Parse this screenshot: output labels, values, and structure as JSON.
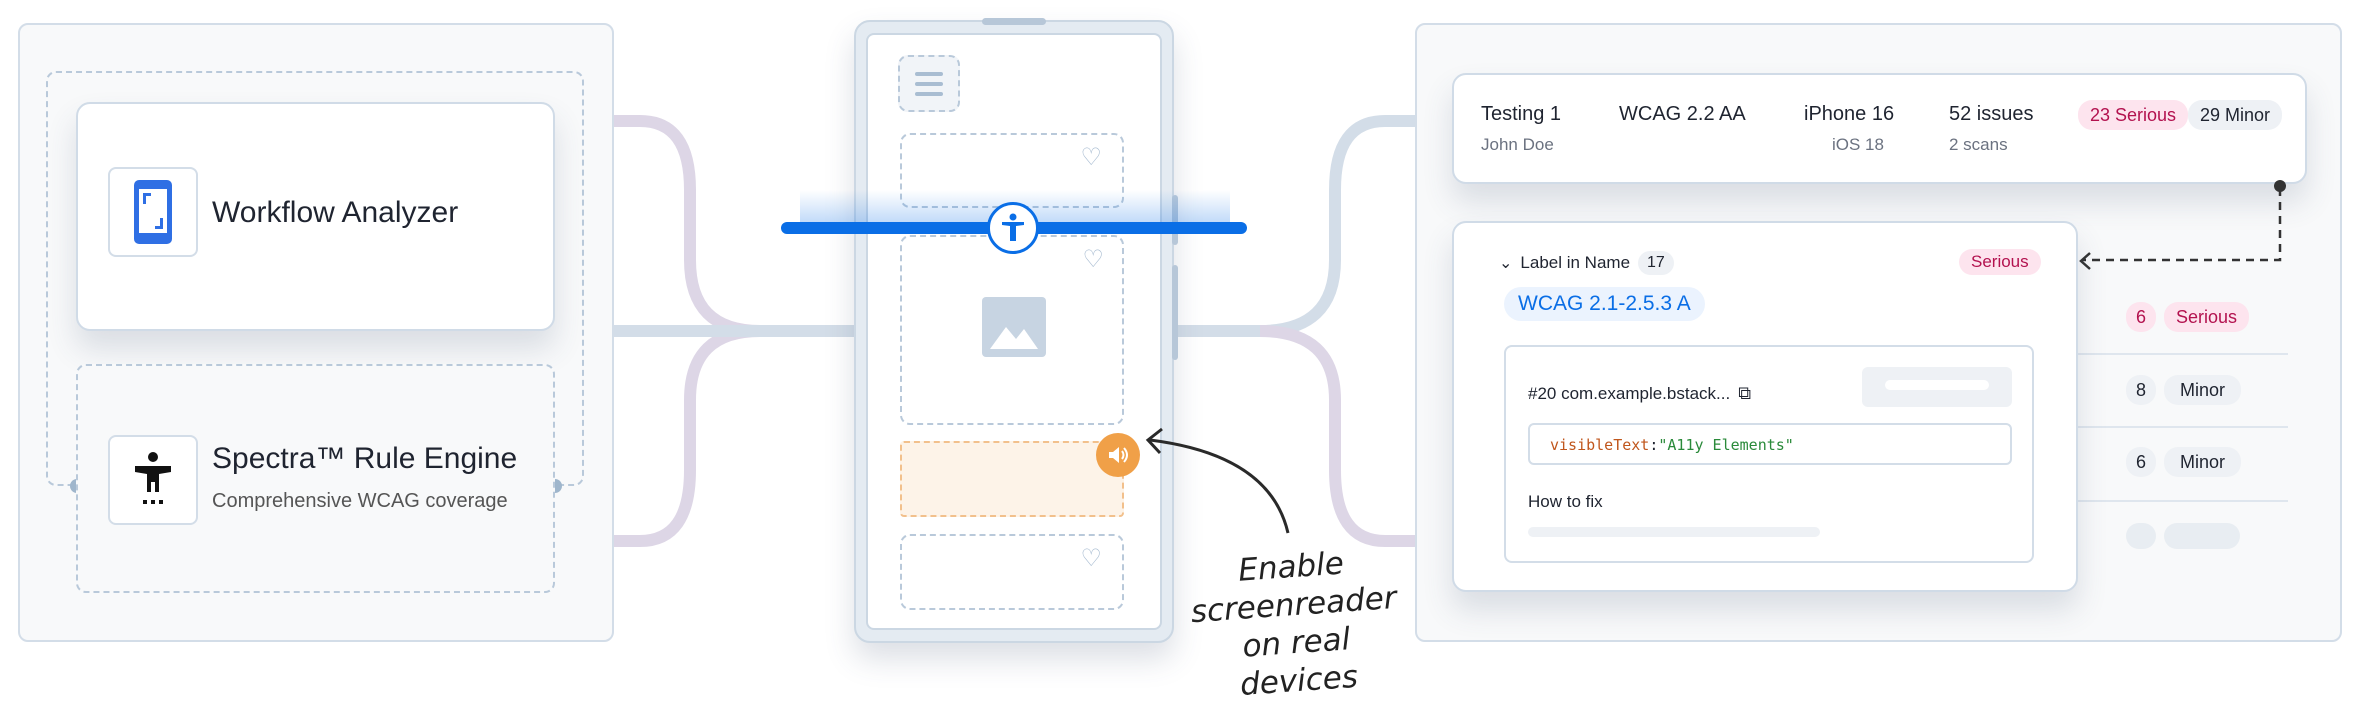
{
  "left": {
    "workflow": {
      "title": "Workflow Analyzer",
      "icon": "phone-scan-icon"
    },
    "spectra": {
      "title": "Spectra™ Rule Engine",
      "subtitle": "Comprehensive WCAG coverage",
      "icon": "accessibility-person-icon"
    }
  },
  "phone": {
    "icons": [
      "menu-icon",
      "heart-icon",
      "image-icon",
      "speaker-icon",
      "accessibility-icon"
    ],
    "accent": "#0a6ee6",
    "highlight": "#f0a048"
  },
  "annotation": {
    "line1": "Enable",
    "line2": "screenreader",
    "line3": "on real devices"
  },
  "summary": {
    "test_name": "Testing 1",
    "user": "John Doe",
    "standard": "WCAG 2.2 AA",
    "device": "iPhone 16",
    "os": "iOS 18",
    "issues": "52 issues",
    "scans": "2 scans",
    "serious_badge": "23 Serious",
    "minor_badge": "29 Minor"
  },
  "detail": {
    "rule": "Label in Name",
    "count": "17",
    "severity": "Serious",
    "criterion": "WCAG 2.1-2.5.3 A",
    "element_id": "#20 com.example.bstack...",
    "code_key": "visibleText",
    "code_sep": ":",
    "code_value": "\"A11y Elements\"",
    "how_to_fix": "How to fix"
  },
  "list": [
    {
      "count": "6",
      "severity": "Serious"
    },
    {
      "count": "8",
      "severity": "Minor"
    },
    {
      "count": "6",
      "severity": "Minor"
    }
  ],
  "colors": {
    "serious": "#b3124f",
    "serious_bg": "#fde4ee",
    "link": "#0a6ee6",
    "code_key": "#c0561c",
    "code_value": "#2a8a3a"
  }
}
